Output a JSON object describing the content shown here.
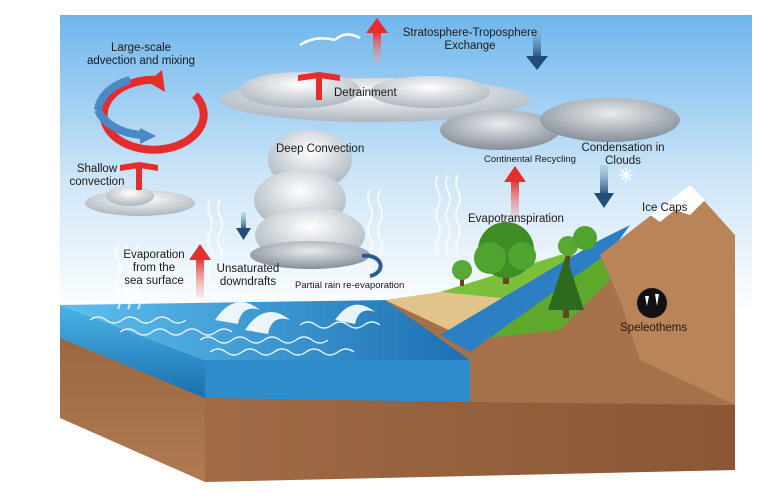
{
  "labels": {
    "large_scale_1": "Large-scale",
    "large_scale_2": "advection and mixing",
    "strat_1": "Stratosphere-Troposphere",
    "strat_2": "Exchange",
    "detrainment": "Detrainment",
    "deep_convection": "Deep Convection",
    "shallow_1": "Shallow",
    "shallow_2": "convection",
    "continental_recycling": "Continental Recycling",
    "condensation_1": "Condensation in",
    "condensation_2": "Clouds",
    "evapotranspiration": "Evapotranspiration",
    "ice_caps": "Ice Caps",
    "evaporation_1": "Evaporation",
    "evaporation_2": "from the",
    "evaporation_3": "sea surface",
    "unsaturated_1": "Unsaturated",
    "unsaturated_2": "downdrafts",
    "partial_rain": "Partial rain re-evaporation",
    "speleothems": "Speleothems"
  },
  "colors": {
    "sky_top": "#6fb6ec",
    "sky_bottom": "#ffffff",
    "ocean": "#3a98d0",
    "soil": "#a5714a",
    "grass": "#7cbf3a",
    "arrow_red": "#e52d2d",
    "arrow_blue": "#1f4e79"
  }
}
